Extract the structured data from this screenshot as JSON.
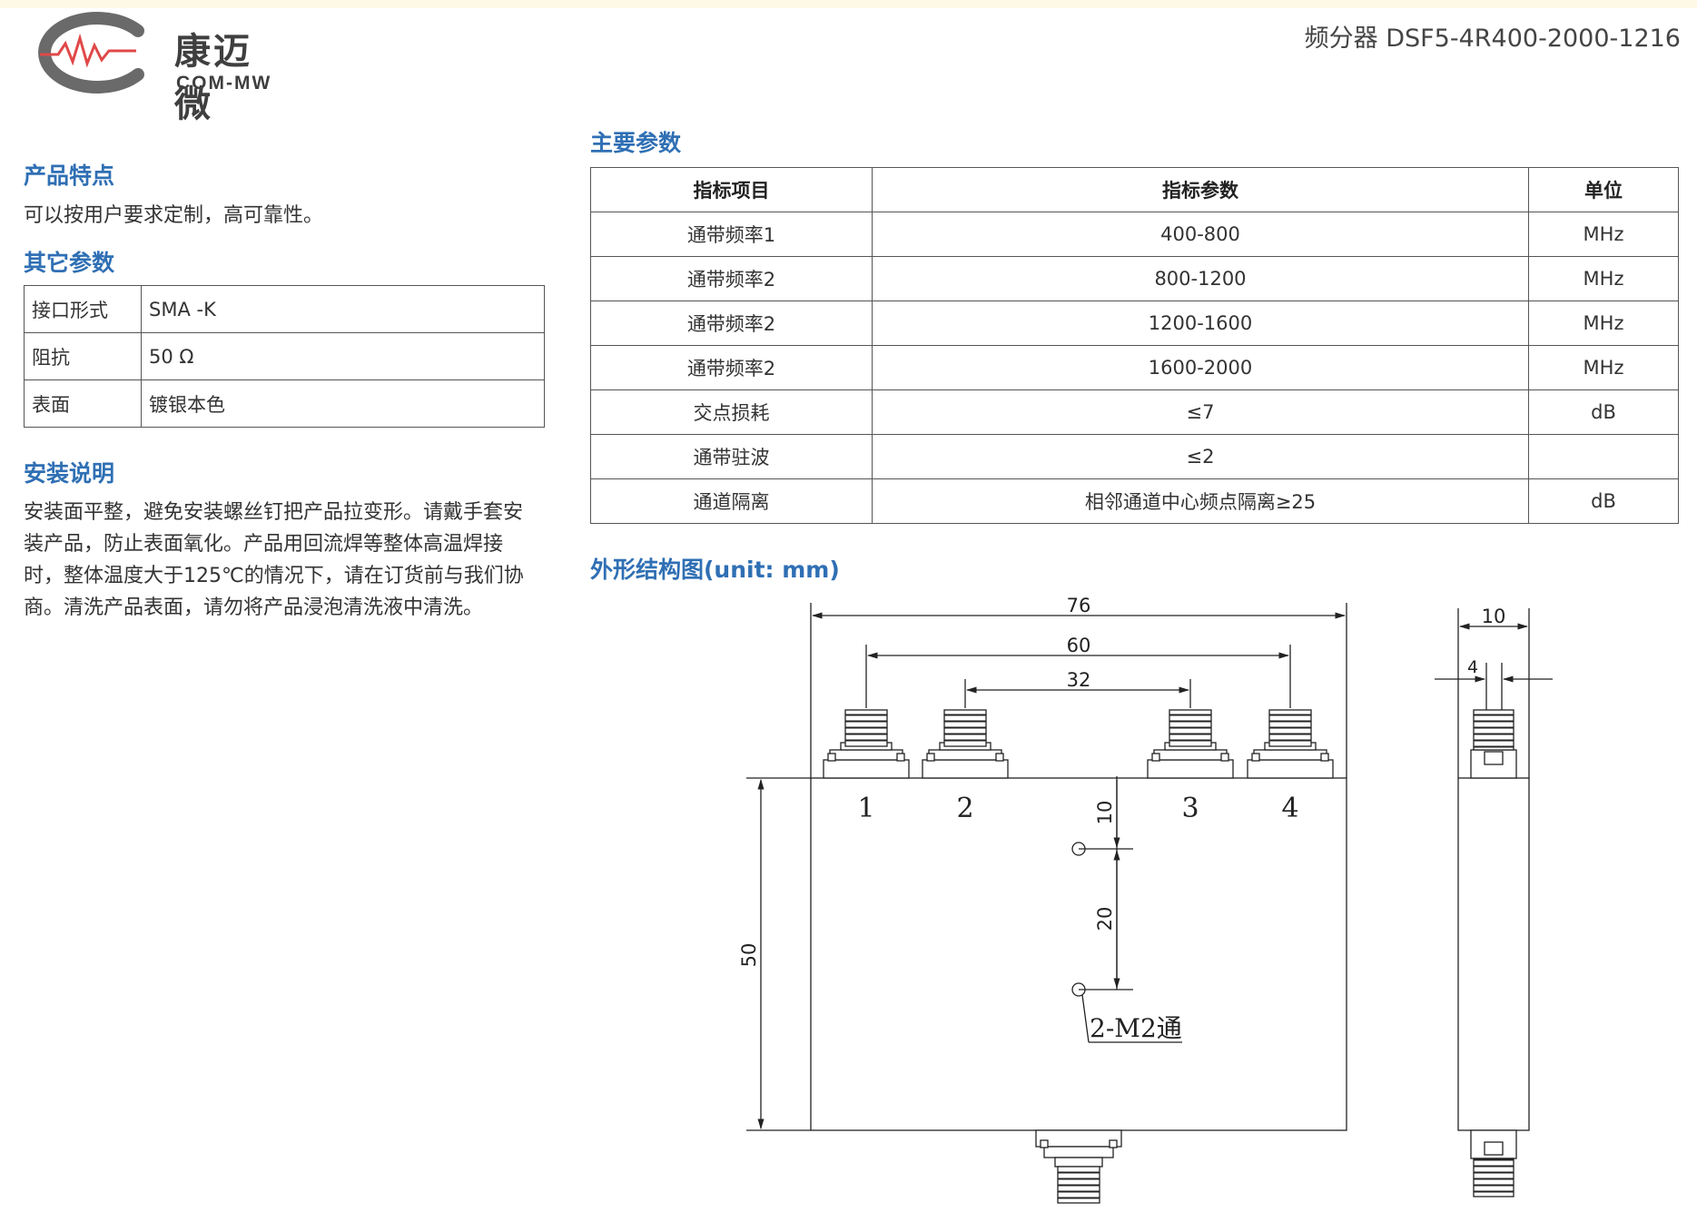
{
  "header": {
    "logo_cn": "康迈微",
    "logo_en": "COM-MW",
    "doc_title": "频分器 DSF5-4R400-2000-1216"
  },
  "features": {
    "title": "产品特点",
    "text": "可以按用户要求定制，高可靠性。"
  },
  "other_params": {
    "title": "其它参数",
    "rows": [
      {
        "k": "接口形式",
        "v": "SMA -K"
      },
      {
        "k": "阻抗",
        "v": "50 Ω"
      },
      {
        "k": "表面",
        "v": "镀银本色"
      }
    ]
  },
  "install": {
    "title": "安装说明",
    "lines": [
      "安装面平整，避免安装螺丝钉把产品拉变形。请戴手套安",
      "装产品，防止表面氧化。产品用回流焊等整体高温焊接",
      "时，整体温度大于125℃的情况下，请在订货前与我们协",
      "商。清洗产品表面，请勿将产品浸泡清洗液中清洗。"
    ]
  },
  "main_params": {
    "title": "主要参数",
    "headers": [
      "指标项目",
      "指标参数",
      "单位"
    ],
    "rows": [
      [
        "通带频率1",
        "400-800",
        "MHz"
      ],
      [
        "通带频率2",
        "800-1200",
        "MHz"
      ],
      [
        "通带频率2",
        "1200-1600",
        "MHz"
      ],
      [
        "通带频率2",
        "1600-2000",
        "MHz"
      ],
      [
        "交点损耗",
        "≤7",
        "dB"
      ],
      [
        "通带驻波",
        "≤2",
        ""
      ],
      [
        "通道隔离",
        "相邻通道中心频点隔离≥25",
        "dB"
      ]
    ]
  },
  "outline": {
    "title": "外形结构图(unit: mm)",
    "dims": {
      "total_width": "76",
      "outer_port_spacing": "60",
      "inner_port_spacing": "32",
      "height": "50",
      "hole_offset": "10",
      "hole_spacing": "20",
      "side_thickness": "10",
      "side_offset": "4"
    },
    "ports": [
      "1",
      "2",
      "3",
      "4"
    ],
    "hole_note": "2-M2通"
  },
  "colors": {
    "accent_blue": "#2f6fb4",
    "logo_red": "#e04848",
    "logo_gray": "#6a6a6a"
  }
}
